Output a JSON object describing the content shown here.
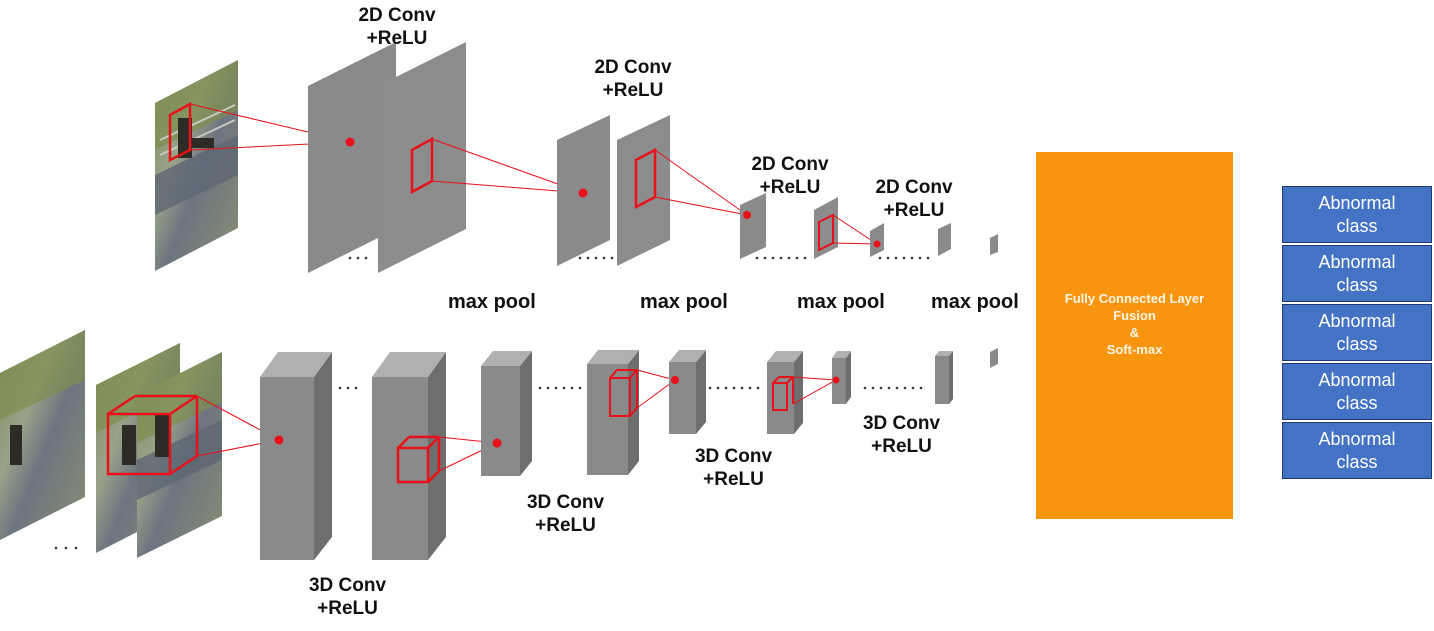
{
  "top_stream": {
    "conv_labels": [
      {
        "line1": "2D Conv",
        "line2": "+ReLU"
      },
      {
        "line1": "2D Conv",
        "line2": "+ReLU"
      },
      {
        "line1": "2D Conv",
        "line2": "+ReLU"
      },
      {
        "line1": "2D Conv",
        "line2": "+ReLU"
      }
    ]
  },
  "pool_labels": [
    "max pool",
    "max pool",
    "max pool",
    "max pool"
  ],
  "bottom_stream": {
    "conv_labels": [
      {
        "line1": "3D Conv",
        "line2": "+ReLU"
      },
      {
        "line1": "3D Conv",
        "line2": "+ReLU"
      },
      {
        "line1": "3D Conv",
        "line2": "+ReLU"
      },
      {
        "line1": "3D Conv",
        "line2": "+ReLU"
      }
    ]
  },
  "ellipsis": "...",
  "fusion": {
    "line1": "Fully Connected Layer",
    "line2": "Fusion",
    "line3": "&",
    "line4": "Soft-max"
  },
  "classes": [
    {
      "line1": "Abnormal",
      "line2": "class"
    },
    {
      "line1": "Abnormal",
      "line2": "class"
    },
    {
      "line1": "Abnormal",
      "line2": "class"
    },
    {
      "line1": "Abnormal",
      "line2": "class"
    },
    {
      "line1": "Abnormal",
      "line2": "class"
    }
  ],
  "colors": {
    "layer": "#8a8a8a",
    "layer_side": "#6e6e6e",
    "layer_top": "#b0b0b0",
    "receptive_field": "#e8101a",
    "fusion": "#f7960e",
    "class_box": "#4472c4"
  }
}
